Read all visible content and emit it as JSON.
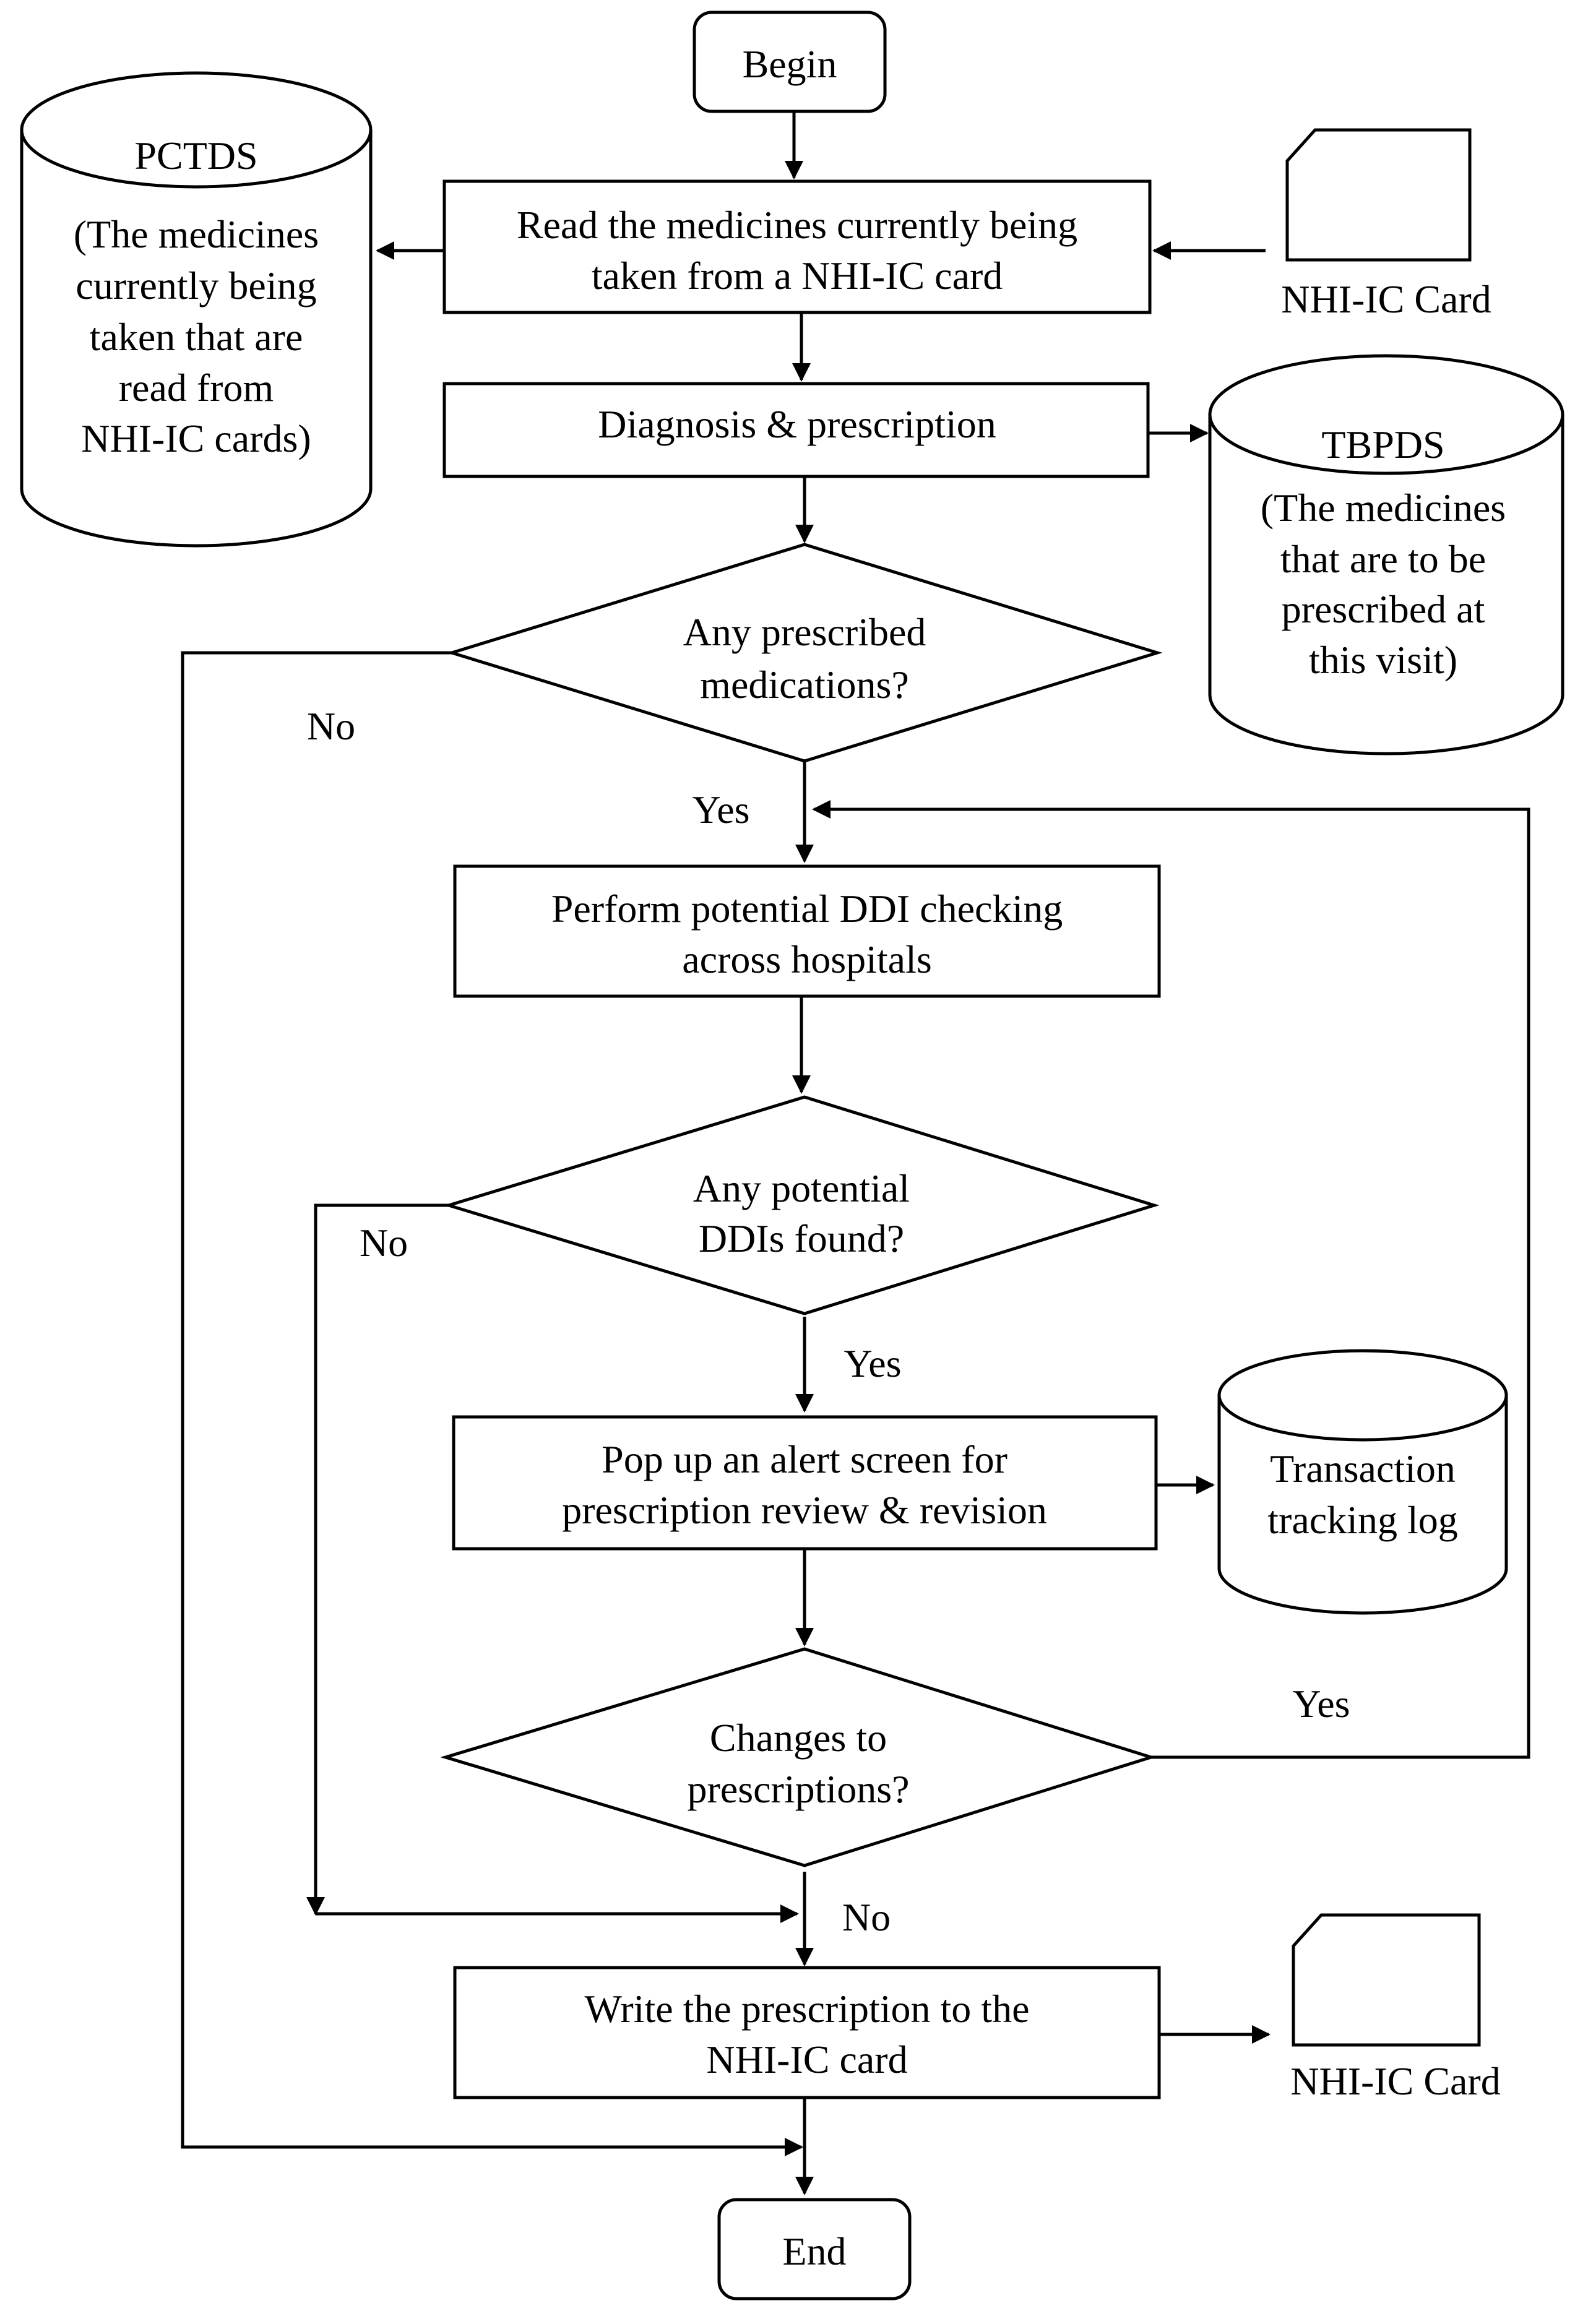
{
  "nodes": {
    "begin": "Begin",
    "read_medicines": [
      "Read the medicines currently being",
      "taken from a NHI-IC card"
    ],
    "pctds": {
      "title": "PCTDS",
      "desc": [
        "(The medicines",
        "currently being",
        "taken that are",
        "read from",
        "NHI-IC cards)"
      ]
    },
    "nhi_card_top": "NHI-IC Card",
    "diagnosis": "Diagnosis & prescription",
    "tbpds": {
      "title": "TBPDS",
      "desc": [
        "(The medicines",
        "that are to be",
        "prescribed at",
        "this visit)"
      ]
    },
    "any_prescribed": [
      "Any prescribed",
      "medications?"
    ],
    "perform_ddi": [
      "Perform potential DDI checking",
      "across hospitals"
    ],
    "any_ddi": [
      "Any potential",
      "DDIs found?"
    ],
    "popup_alert": [
      "Pop up an alert screen for",
      "prescription review & revision"
    ],
    "transaction_log": [
      "Transaction",
      "tracking log"
    ],
    "changes": [
      "Changes to",
      "prescriptions?"
    ],
    "write_prescription": [
      "Write the prescription to the",
      "NHI-IC card"
    ],
    "nhi_card_bottom": "NHI-IC Card",
    "end": "End"
  },
  "edge_labels": {
    "any_prescribed_no": "No",
    "any_prescribed_yes": "Yes",
    "any_ddi_no": "No",
    "any_ddi_yes": "Yes",
    "changes_yes": "Yes",
    "changes_no": "No"
  }
}
